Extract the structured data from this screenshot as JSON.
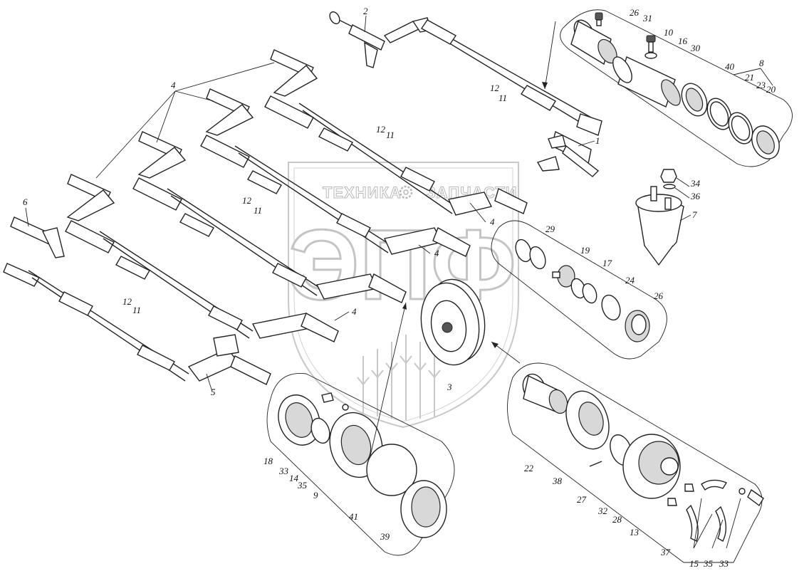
{
  "watermark": {
    "text_left": "ТЕХНИКА",
    "text_right": "ЗАПЧАСТИ",
    "big": "ЭПФ",
    "color": "#c4c4c4"
  },
  "labels": [
    {
      "id": "l2",
      "text": "2"
    },
    {
      "id": "l26a",
      "text": "26"
    },
    {
      "id": "l31",
      "text": "31"
    },
    {
      "id": "l10",
      "text": "10"
    },
    {
      "id": "l16",
      "text": "16"
    },
    {
      "id": "l30",
      "text": "30"
    },
    {
      "id": "l8",
      "text": "8"
    },
    {
      "id": "l40",
      "text": "40"
    },
    {
      "id": "l21",
      "text": "21"
    },
    {
      "id": "l23",
      "text": "23"
    },
    {
      "id": "l20",
      "text": "20"
    },
    {
      "id": "l12a",
      "text": "12"
    },
    {
      "id": "l11a",
      "text": "11"
    },
    {
      "id": "l1",
      "text": "1"
    },
    {
      "id": "l4a",
      "text": "4"
    },
    {
      "id": "l12b",
      "text": "12"
    },
    {
      "id": "l11b",
      "text": "11"
    },
    {
      "id": "l34",
      "text": "34"
    },
    {
      "id": "l36",
      "text": "36"
    },
    {
      "id": "l7",
      "text": "7"
    },
    {
      "id": "l6",
      "text": "6"
    },
    {
      "id": "l12c",
      "text": "12"
    },
    {
      "id": "l11c",
      "text": "11"
    },
    {
      "id": "l4b",
      "text": "4"
    },
    {
      "id": "l29",
      "text": "29"
    },
    {
      "id": "l4c",
      "text": "4"
    },
    {
      "id": "l19",
      "text": "19"
    },
    {
      "id": "l17",
      "text": "17"
    },
    {
      "id": "l24",
      "text": "24"
    },
    {
      "id": "l26b",
      "text": "26"
    },
    {
      "id": "l12d",
      "text": "12"
    },
    {
      "id": "l11d",
      "text": "11"
    },
    {
      "id": "l4d",
      "text": "4"
    },
    {
      "id": "l3",
      "text": "3"
    },
    {
      "id": "l5",
      "text": "5"
    },
    {
      "id": "l18",
      "text": "18"
    },
    {
      "id": "l33a",
      "text": "33"
    },
    {
      "id": "l14",
      "text": "14"
    },
    {
      "id": "l35a",
      "text": "35"
    },
    {
      "id": "l9",
      "text": "9"
    },
    {
      "id": "l41",
      "text": "41"
    },
    {
      "id": "l39",
      "text": "39"
    },
    {
      "id": "l22",
      "text": "22"
    },
    {
      "id": "l38",
      "text": "38"
    },
    {
      "id": "l27",
      "text": "27"
    },
    {
      "id": "l32",
      "text": "32"
    },
    {
      "id": "l28",
      "text": "28"
    },
    {
      "id": "l13",
      "text": "13"
    },
    {
      "id": "l37",
      "text": "37"
    },
    {
      "id": "l15",
      "text": "15"
    },
    {
      "id": "l35b",
      "text": "35"
    },
    {
      "id": "l33b",
      "text": "33"
    }
  ]
}
